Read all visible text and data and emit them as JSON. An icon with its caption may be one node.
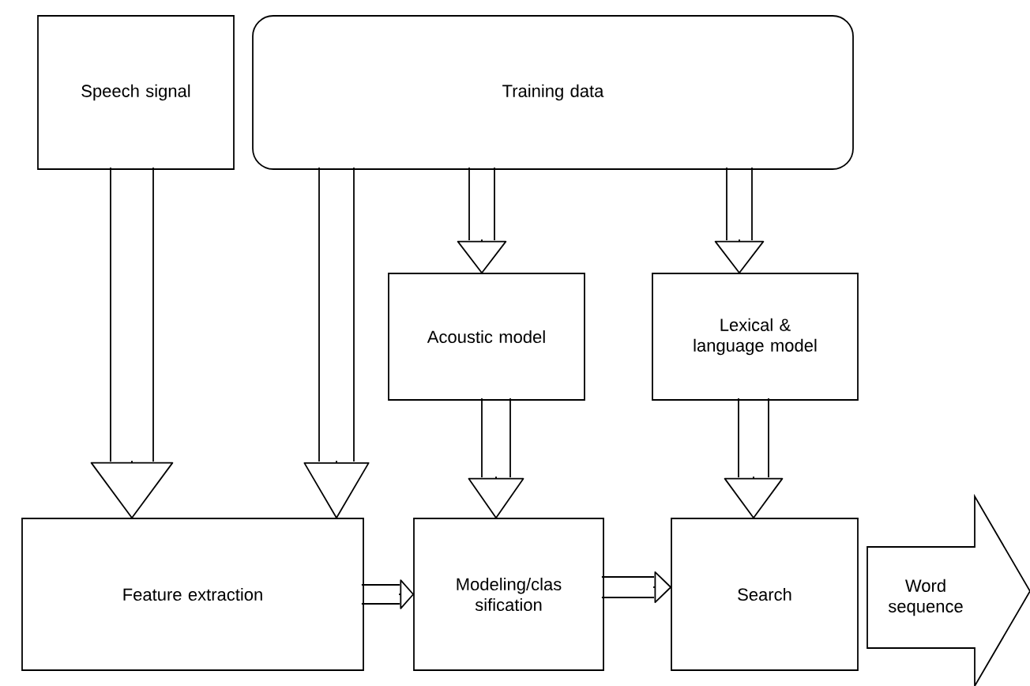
{
  "diagram": {
    "nodes": [
      {
        "text": [
          "Speech signal"
        ]
      },
      {
        "text": [
          "Training data"
        ]
      },
      {
        "text": [
          "Acoustic model"
        ]
      },
      {
        "text": [
          "Lexical & language model"
        ]
      },
      {
        "text": [
          "Feature extraction"
        ]
      },
      {
        "text": [
          "Modeling/clas sification"
        ]
      },
      {
        "text": [
          "Search"
        ]
      },
      {
        "text": [
          "Word sequence"
        ]
      }
    ],
    "edges": [
      {
        "from": 0,
        "to": 4,
        "arrow": "to"
      },
      {
        "from": 1,
        "to": 4,
        "arrow": "to"
      },
      {
        "from": 1,
        "to": 2,
        "arrow": "to"
      },
      {
        "from": 1,
        "to": 3,
        "arrow": "to"
      },
      {
        "from": 2,
        "to": 5,
        "arrow": "to"
      },
      {
        "from": 3,
        "to": 6,
        "arrow": "to"
      },
      {
        "from": 4,
        "to": 5,
        "arrow": "to"
      },
      {
        "from": 5,
        "to": 6,
        "arrow": "to"
      }
    ]
  }
}
